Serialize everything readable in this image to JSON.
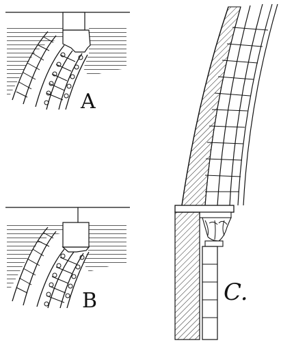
{
  "figure": {
    "labels": {
      "a": "A",
      "b": "B",
      "c": "C."
    }
  }
}
